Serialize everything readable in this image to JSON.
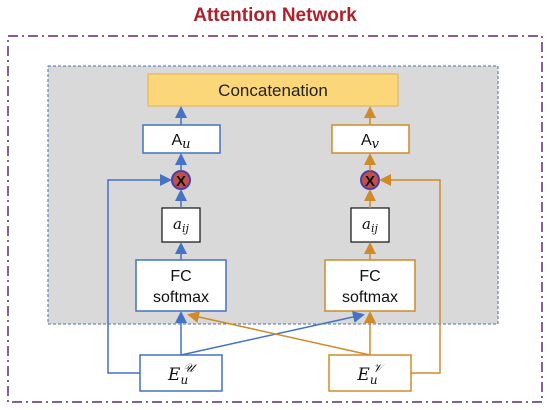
{
  "title": "Attention Network",
  "nodes": {
    "concat": "Concatenation",
    "a_u": {
      "base": "A",
      "sub": "u"
    },
    "a_v": {
      "base": "A",
      "sub": "v"
    },
    "mult_left": "X",
    "mult_right": "X",
    "aij_left": {
      "base": "a",
      "sub": "ij"
    },
    "aij_right": {
      "base": "a",
      "sub": "ij"
    },
    "fc_left": {
      "line1": "FC",
      "line2": "softmax"
    },
    "fc_right": {
      "line1": "FC",
      "line2": "softmax"
    },
    "eu_left": {
      "base": "E",
      "sub": "u",
      "sup": "𝒰"
    },
    "eu_right": {
      "base": "E",
      "sub": "u",
      "sup": "𝒱"
    }
  },
  "colors": {
    "title": "#b0202a",
    "outer_border": "#5b2a7a",
    "inner_border": "#4a6fb5",
    "panel": "#d9d9d9",
    "concat_fill": "#fbd77a",
    "blue": "#4472c4",
    "orange": "#d08a2a",
    "mult_fill": "#c0504d",
    "mult_ring": "#4f3fa0"
  }
}
